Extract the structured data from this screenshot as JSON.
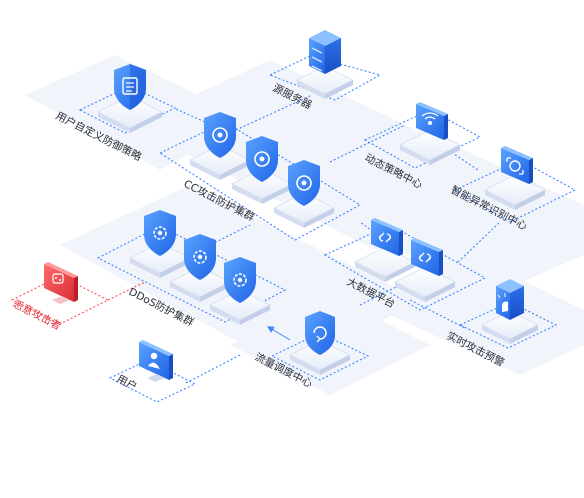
{
  "diagram": {
    "labels": {
      "user_defense_policy": "用户自定义防御策略",
      "origin_server": "源服务器",
      "cc_cluster": "CC攻击防护集群",
      "dynamic_policy": "动态策略中心",
      "anomaly_center": "智能异常识别中心",
      "ddos_cluster": "DDoS防护集群",
      "big_data": "大数据平台",
      "traffic_center": "流量调度中心",
      "alert": "实时攻击预警",
      "user": "用户",
      "attacker": "恶意攻击者"
    },
    "colors": {
      "primary": "#2f7cf6",
      "danger": "#e0313a",
      "platform": "#eef2fb",
      "line": "#3a86ff"
    },
    "icons": [
      "shield-doc-icon",
      "server-icon",
      "shield-target-icon",
      "wifi-screen-icon",
      "screen-scan-icon",
      "shield-gear-icon",
      "shield-cloud-icon",
      "screen-link-icon",
      "traffic-cycle-icon",
      "alert-server-icon",
      "user-screen-icon",
      "attacker-screen-icon"
    ]
  }
}
